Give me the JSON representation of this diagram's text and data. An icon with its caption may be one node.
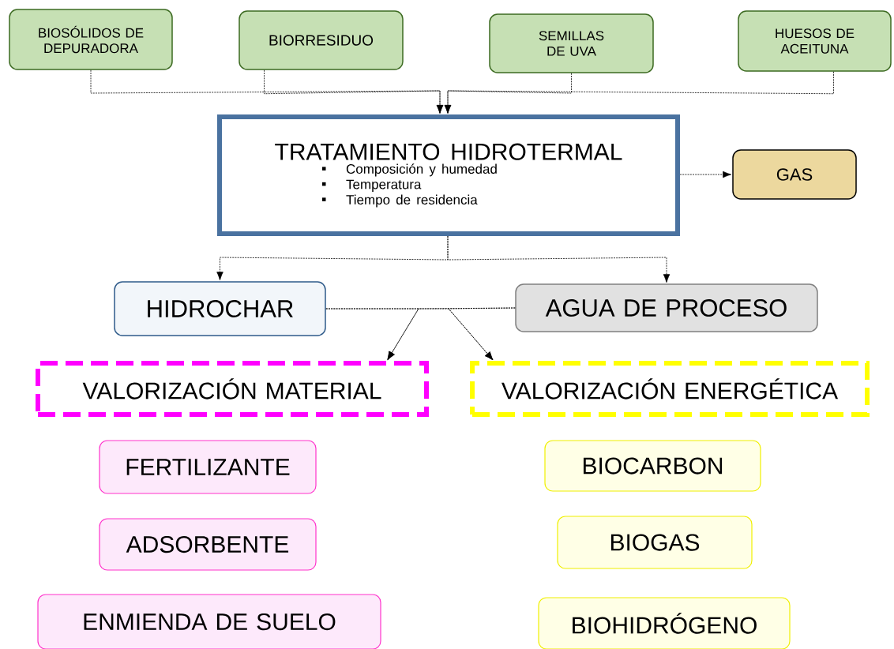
{
  "diagram": {
    "nodes": [
      {
        "text": [
          "BIOSÓLIDOS DE DEPURADORA"
        ]
      },
      {
        "text": [
          "BIORRESIDUO"
        ]
      },
      {
        "text": [
          "SEMILLAS DE UVA"
        ]
      },
      {
        "text": [
          "HUESOS DE ACEITUNA"
        ]
      },
      {
        "text": [
          "TRATAMIENTO HIDROTERMAL",
          "Composición y humedad",
          "Temperatura",
          "Tiempo de residencia"
        ]
      },
      {
        "text": [
          "GAS"
        ]
      },
      {
        "text": [
          "HIDROCHAR"
        ]
      },
      {
        "text": [
          "AGUA DE PROCESO"
        ]
      },
      {
        "text": [
          "VALORIZACIÓN MATERIAL"
        ]
      },
      {
        "text": [
          "VALORIZACIÓN ENERGÉTICA"
        ]
      },
      {
        "text": [
          "FERTILIZANTE"
        ]
      },
      {
        "text": [
          "ADSORBENTE"
        ]
      },
      {
        "text": [
          "ENMIENDA DE SUELO"
        ]
      },
      {
        "text": [
          "BIOCARBON"
        ]
      },
      {
        "text": [
          "BIOGAS"
        ]
      },
      {
        "text": [
          "BIOHIDRÓGENO"
        ]
      }
    ],
    "edges": [
      {
        "from": 0,
        "to": 4,
        "arrow": "to"
      },
      {
        "from": 1,
        "to": 4,
        "arrow": "to"
      },
      {
        "from": 2,
        "to": 4,
        "arrow": "to"
      },
      {
        "from": 3,
        "to": 4,
        "arrow": "to"
      },
      {
        "from": 4,
        "to": 5,
        "arrow": "to"
      },
      {
        "from": 4,
        "to": 6,
        "arrow": "to"
      },
      {
        "from": 4,
        "to": 7,
        "arrow": "to"
      },
      {
        "from": 6,
        "to": 8,
        "arrow": "to"
      },
      {
        "from": 7,
        "to": 8,
        "arrow": "to"
      },
      {
        "from": 6,
        "to": 9,
        "arrow": "to"
      },
      {
        "from": 7,
        "to": 9,
        "arrow": "to"
      }
    ]
  }
}
